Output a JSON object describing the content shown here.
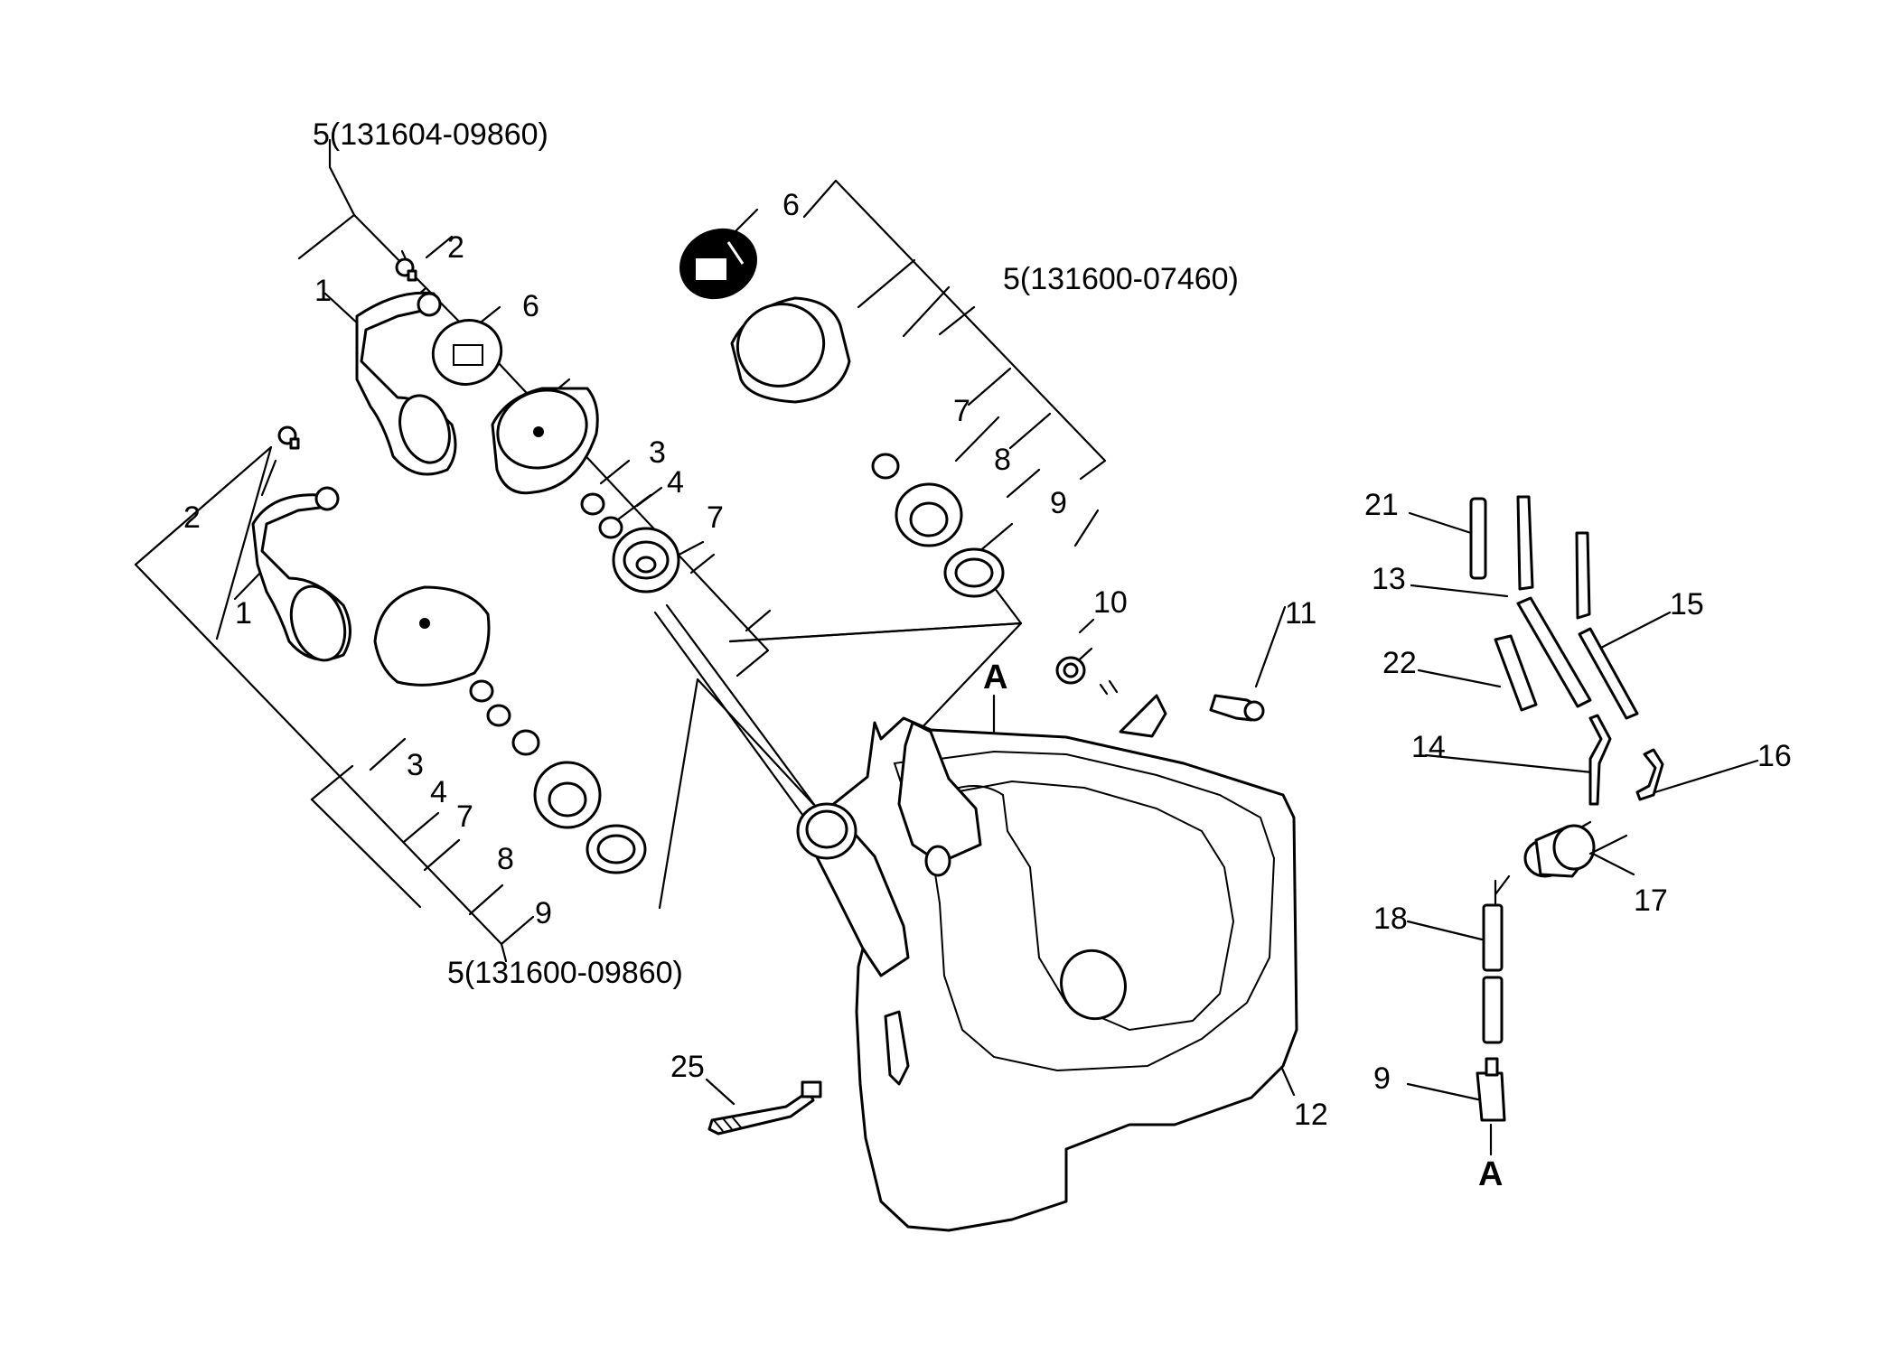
{
  "diagram": {
    "callouts": {
      "kit_a": "5(131604-09860)",
      "kit_b": "5(131600-07460)",
      "kit_c": "5(131600-09860)",
      "a_1": "1",
      "a_2": "2",
      "a_6": "6",
      "a_3": "3",
      "a_4": "4",
      "a_7": "7",
      "b_6": "6",
      "b_7": "7",
      "b_8": "8",
      "b_9": "9",
      "c_2": "2",
      "c_1": "1",
      "c_3": "3",
      "c_4": "4",
      "c_7": "7",
      "c_8": "8",
      "c_9": "9",
      "p10": "10",
      "p11": "11",
      "p12": "12",
      "p13": "13",
      "p14": "14",
      "p15": "15",
      "p16": "16",
      "p17": "17",
      "p18": "18",
      "p21": "21",
      "p22": "22",
      "p25": "25",
      "p9": "9",
      "ref_a_top": "A",
      "ref_a_bottom": "A"
    }
  }
}
